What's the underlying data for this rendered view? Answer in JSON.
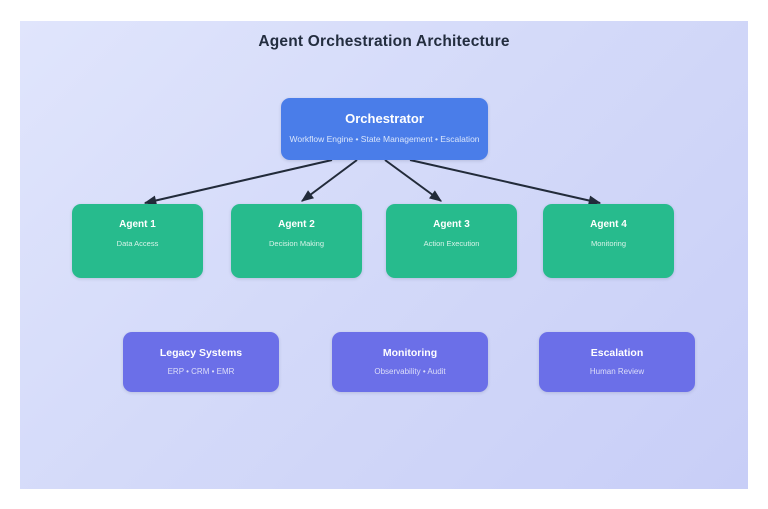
{
  "title": "Agent Orchestration Architecture",
  "orchestrator": {
    "title": "Orchestrator",
    "subtitle": "Workflow Engine • State Management • Escalation"
  },
  "agents": [
    {
      "title": "Agent 1",
      "subtitle": "Data Access"
    },
    {
      "title": "Agent 2",
      "subtitle": "Decision Making"
    },
    {
      "title": "Agent 3",
      "subtitle": "Action Execution"
    },
    {
      "title": "Agent 4",
      "subtitle": "Monitoring"
    }
  ],
  "systems": [
    {
      "title": "Legacy Systems",
      "subtitle": "ERP • CRM • EMR"
    },
    {
      "title": "Monitoring",
      "subtitle": "Observability • Audit"
    },
    {
      "title": "Escalation",
      "subtitle": "Human Review"
    }
  ],
  "connections": [
    {
      "from": "Orchestrator",
      "to": "Agent 1"
    },
    {
      "from": "Orchestrator",
      "to": "Agent 2"
    },
    {
      "from": "Orchestrator",
      "to": "Agent 3"
    },
    {
      "from": "Orchestrator",
      "to": "Agent 4"
    }
  ],
  "colors": {
    "canvas_gradient_start": "#e0e5fc",
    "canvas_gradient_end": "#c8cef7",
    "orchestrator_fill": "#4a7de9",
    "agent_fill": "#27bb8d",
    "system_fill": "#6b6fe8",
    "arrow": "#222b3a",
    "title_text": "#232d3f",
    "node_text": "#ffffff"
  }
}
